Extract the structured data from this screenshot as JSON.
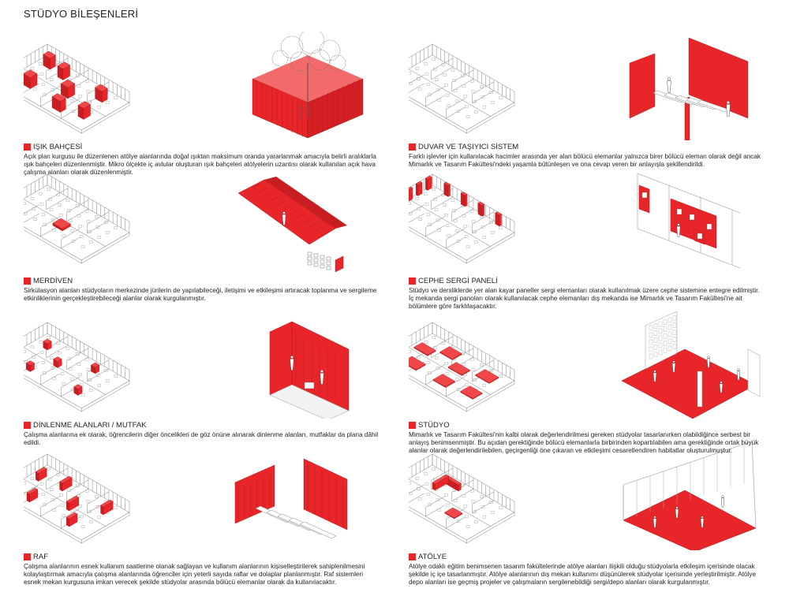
{
  "page": {
    "title": "STÜDYO BİLEŞENLERİ"
  },
  "colors": {
    "accent": "#e8262a",
    "line": "#9a9a9a",
    "background": "#ffffff"
  },
  "sections": [
    {
      "label": "IŞIK BAHÇESİ",
      "description": "Açık plan kurgusu ile düzenlenen atölye alanlarında doğal ışıktan maksimum oranda yararlanmak amacıyla belirli aralıklarla ışık bahçeleri düzenlenmiştir. Mikro ölçekte iç avlular oluşturan ışık bahçeleri atölyelerin uzantısı olarak kullanılan açık hava çalışma alanları olarak düzenlenmiştir."
    },
    {
      "label": "DUVAR VE TAŞIYICI SİSTEM",
      "description": "Farklı işlevler için kullanılacak hacimler arasında yer alan bölücü elemanlar yalnızca birer bölücü eleman olarak değil ancak Mimarlık ve Tasarım Fakültesi'ndeki yaşamla bütünleşen ve ona cevap veren bir anlayışla şekillendirildi."
    },
    {
      "label": "MERDİVEN",
      "description": "Sirkülasyon alanları stüdyoların merkezinde jürilerin de yapılabileceği, iletişimi ve etkileşimi artıracak toplanma ve sergileme etkinliklerinin gerçekleştirebileceği alanlar olarak kurgulanmıştır."
    },
    {
      "label": "CEPHE SERGİ PANELİ",
      "description": "Stüdyo ve dersliklerde yer alan kayar paneller sergi elemanları olarak kullanılmak üzere cephe sistemine entegre edilmiştir. İç mekanda sergi panoları olarak kullanılacak cephe elemanları dış mekanda ise Mimarlık ve Tasarım Fakültesi'ne ait bölümlere göre farklılaşacaktır."
    },
    {
      "label": "DİNLENME ALANLARI / MUTFAK",
      "description": "Çalışma alanlarına ek olarak, öğrencilerin diğer öncelikleri de göz önüne alınarak dinlenme alanları, mutfaklar da plana dâhil edildi."
    },
    {
      "label": "STÜDYO",
      "description": "Mimarlık ve Tasarım Fakültesi'nin kalbi olarak değerlendirilmesi gereken stüdyolar tasarlanırken olabildiğince serbest bir anlayış benimsenmiştir. Bu açıdan gerektiğinde bölücü elemanlarla birbirinden kopartılabilen ama gerektiğinde ortak büyük alanlar olarak değerlendirilebilen, geçirgenliği öne çıkaran ve etkileşimi cesaretlendiren habitatlar oluşturulmuştur."
    },
    {
      "label": "RAF",
      "description": "Çalışma alanlarının esnek kullanım saatlerine olanak sağlayan ve kullanım alanlarının kişiselleştirilerek sahiplenilmesini kolaylaştırmak amacıyla çalışma alanlarında öğrenciler için yeterli sayıda raflar ve dolaplar planlanmıştır. Raf sistemleri esnek mekan kurgusuna imkan verecek şekilde stüdyolar arasında bölücü elemanlar olarak da kullanılacaktır."
    },
    {
      "label": "ATÖLYE",
      "description": "Atölye odaklı eğitim benimsenen tasarım fakültelerinde atölye alanları ilişkili olduğu stüdyolarla etkileşim içerisinde olacak şekilde iç içe tasarlanmıştır. Atölye alanlarının dış mekan kullanımı düşünülerek stüdyolar içerisinde yerleştirilmiştir. Atölye depo alanları ise geçmiş projeler ve çalışmaların sergilenebildiği sergi/depo alanları olarak kurgulanmıştır."
    }
  ]
}
